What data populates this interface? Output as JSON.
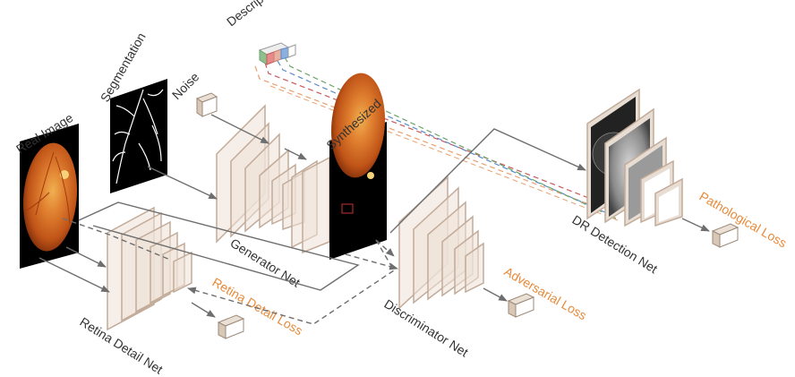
{
  "labels": {
    "real_image": "Real Image",
    "segmentation": "Segmentation",
    "noise": "Noise",
    "descriptors": "Descriptors",
    "synthesized": "Synthesized",
    "generator_net": "Generator Net",
    "discriminator_net": "Discriminator Net",
    "retina_detail_net": "Retina Detail Net",
    "dr_detection_net": "DR Detection Net",
    "adversarial_loss": "Adversarial Loss",
    "retina_detail_loss": "Retina Detail Loss",
    "pathological_loss": "Pathological Loss"
  },
  "colors": {
    "loss_text": "#e88a3a",
    "descriptor_colors": [
      "#c85a5a",
      "#6aa36a",
      "#5a8ac8"
    ],
    "arrow": "#6e6e6e"
  }
}
